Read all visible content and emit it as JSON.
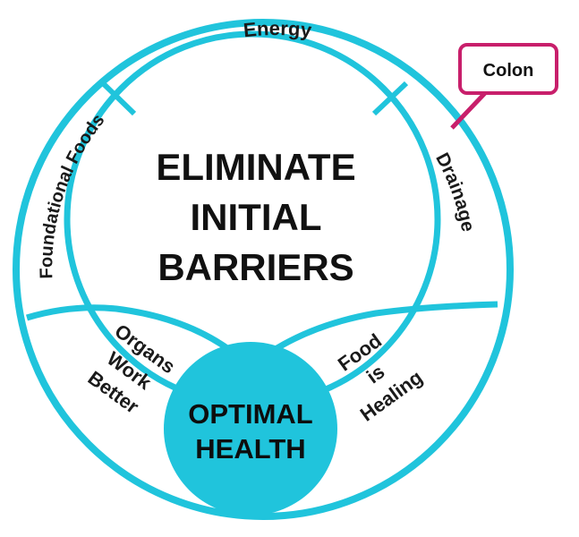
{
  "colors": {
    "ring": "#20c4dc",
    "hub_fill": "#20c4dc",
    "callout_border": "#c81f6b",
    "text": "#111111",
    "background": "#ffffff"
  },
  "center": {
    "lines": [
      "ELIMINATE",
      "INITIAL",
      "BARRIERS"
    ]
  },
  "segments": {
    "top": "Energy",
    "left": "Foundational Foods",
    "right": "Drainage",
    "bottom_left": [
      "Organs",
      "Work",
      "Better"
    ],
    "bottom_right": [
      "Food",
      "is",
      "Healing"
    ]
  },
  "hub": {
    "lines": [
      "OPTIMAL",
      "HEALTH"
    ]
  },
  "callout": {
    "label": "Colon"
  }
}
